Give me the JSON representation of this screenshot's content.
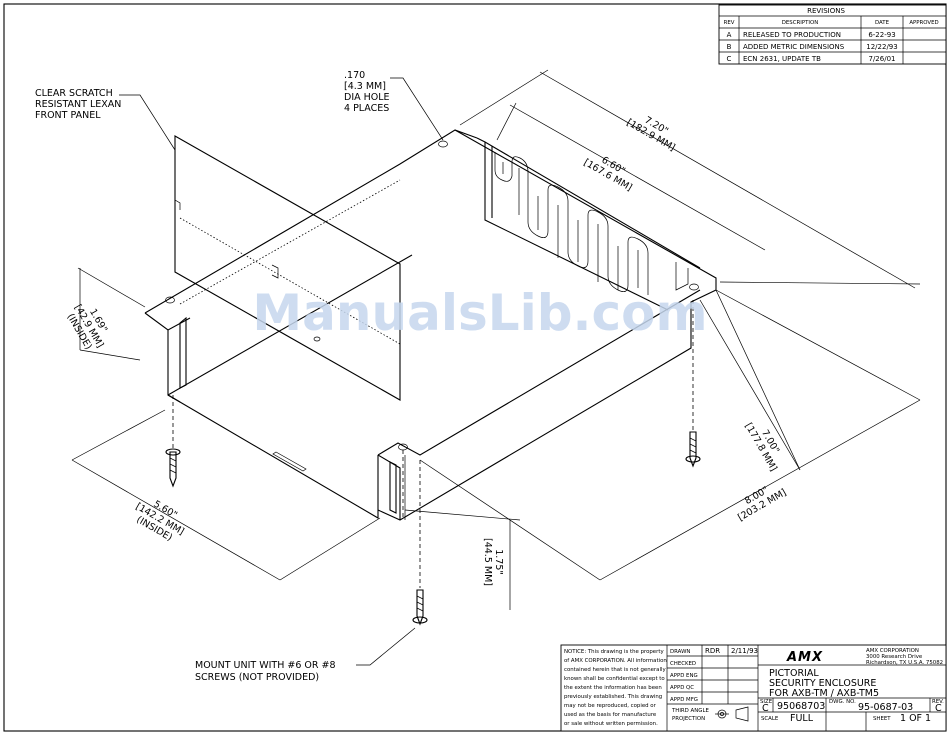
{
  "revisions": {
    "title": "REVISIONS",
    "headers": [
      "REV",
      "DESCRIPTION",
      "DATE",
      "APPROVED"
    ],
    "rows": [
      {
        "rev": "A",
        "description": "RELEASED TO PRODUCTION",
        "date": "6-22-93",
        "approved": ""
      },
      {
        "rev": "B",
        "description": "ADDED METRIC DIMENSIONS",
        "date": "12/22/93",
        "approved": ""
      },
      {
        "rev": "C",
        "description": "ECN 2631, UPDATE TB",
        "date": "7/26/01",
        "approved": ""
      }
    ]
  },
  "callouts": {
    "front_panel": [
      "CLEAR SCRATCH",
      "RESISTANT LEXAN",
      "FRONT PANEL"
    ],
    "hole": [
      ".170",
      "[4.3 MM]",
      "DIA HOLE",
      "4 PLACES"
    ],
    "mount": [
      "MOUNT UNIT WITH #6 OR #8",
      "SCREWS (NOT PROVIDED)"
    ]
  },
  "dimensions": {
    "d720": [
      "7.20\"",
      "[182.9 MM]"
    ],
    "d660": [
      "6.60\"",
      "[167.6 MM]"
    ],
    "d169": [
      "1.69\"",
      "[42.9 MM]",
      "(INSIDE)"
    ],
    "d700": [
      "7.00\"",
      "[177.8 MM]"
    ],
    "d800": [
      "8.00\"",
      "[203.2 MM]"
    ],
    "d560": [
      "5.60\"",
      "[142.2 MM]",
      "(INSIDE)"
    ],
    "d175": [
      "1.75\"",
      "[44.5 MM]"
    ]
  },
  "watermark": "ManualsLib.com",
  "title_block": {
    "notice": [
      "NOTICE: This drawing is the property",
      "of AMX CORPORATION. All information",
      "contained herein that is not generally",
      "known shall be confidential except to",
      "the extent the information has been",
      "previously established. This drawing",
      "may not be reproduced, copied or",
      "used as the basis for manufacture",
      "or sale without written permission."
    ],
    "drawn_label": "DRAWN",
    "drawn_by": "RDR",
    "drawn_date": "2/11/93",
    "checked_label": "CHECKED",
    "appd_eng_label": "APPD ENG",
    "appd_qc_label": "APPD QC",
    "appd_mfg_label": "APPD MFG",
    "projection_label": [
      "THIRD ANGLE",
      "PROJECTION"
    ],
    "logo": "AMX",
    "company": [
      "AMX CORPORATION",
      "3000 Research Drive",
      "Richardson, TX U.S.A. 75082"
    ],
    "title": [
      "PICTORIAL",
      "SECURITY ENCLOSURE",
      "FOR AXB-TM / AXB-TM5"
    ],
    "size_label": "SIZE",
    "size": "C",
    "fscm": "95068703",
    "dwg_no_label": "DWG. NO.",
    "dwg_no": "95-0687-03",
    "rev_label": "REV.",
    "rev": "C",
    "scale_label": "SCALE",
    "scale": "FULL",
    "sheet_label": "SHEET",
    "sheet": "1 OF 1"
  }
}
